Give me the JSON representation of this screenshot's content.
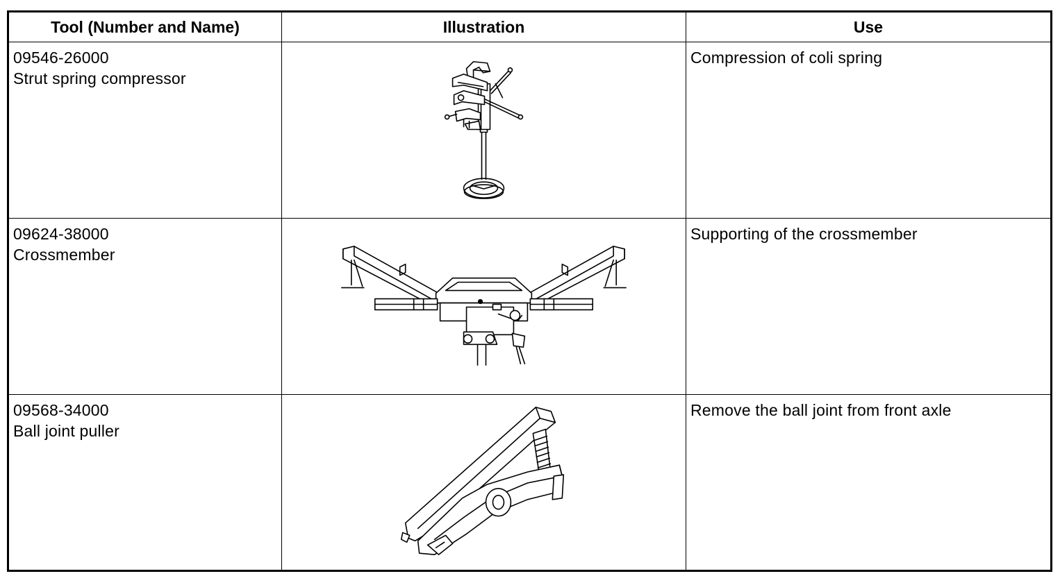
{
  "table": {
    "headers": {
      "tool": "Tool (Number and Name)",
      "illustration": "Illustration",
      "use": "Use"
    },
    "rows": [
      {
        "number": "09546-26000",
        "name": "Strut spring compressor",
        "illustration_icon": "strut-spring-compressor-icon",
        "use": "Compression of coli spring"
      },
      {
        "number": "09624-38000",
        "name": "Crossmember",
        "illustration_icon": "crossmember-support-icon",
        "use": "Supporting of the crossmember"
      },
      {
        "number": "09568-34000",
        "name": "Ball joint puller",
        "illustration_icon": "ball-joint-puller-icon",
        "use": "Remove the ball joint from front axle"
      }
    ]
  }
}
